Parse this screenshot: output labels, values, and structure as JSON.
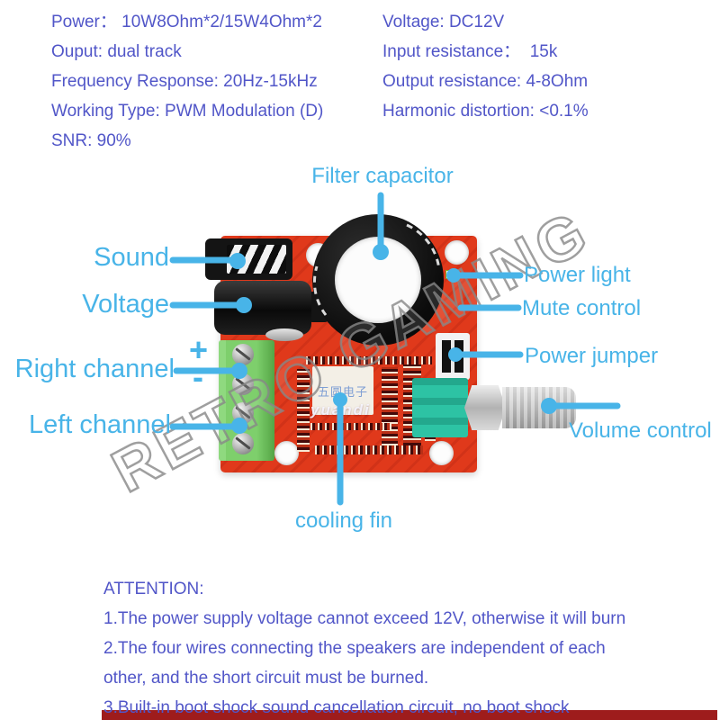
{
  "specs": {
    "left": [
      "Power： 10W8Ohm*2/15W4Ohm*2",
      "Ouput: dual track",
      "Frequency Response: 20Hz-15kHz",
      "Working Type: PWM Modulation (D)",
      "SNR: 90%"
    ],
    "right": [
      "Voltage: DC12V",
      "Input resistance：  15k",
      "Output resistance: 4-8Ohm",
      "Harmonic distortion: <0.1%"
    ]
  },
  "labels": {
    "filter_capacitor": "Filter capacitor",
    "sound": "Sound",
    "voltage": "Voltage",
    "right_channel": "Right channel",
    "left_channel": "Left channel",
    "power_light": "Power light",
    "mute_control": "Mute control",
    "power_jumper": "Power jumper",
    "volume_control": "Volume control",
    "cooling_fin": "cooling fin",
    "plus": "+",
    "minus": "-"
  },
  "board": {
    "chip_text": "五圆电子",
    "brand_text": "yuandi"
  },
  "watermark": "RETRO GAMING",
  "attention": {
    "title": "ATTENTION:",
    "lines": [
      "1.The power supply voltage cannot exceed 12V, otherwise it will burn",
      "2.The four wires connecting the speakers are independent of each",
      "other, and the short circuit must be burned.",
      "3.Built-in boot shock sound cancellation circuit, no boot shock"
    ]
  },
  "colors": {
    "label_cyan": "#48b4e8",
    "spec_blue": "#5156c8",
    "board_red": "#e0391b",
    "terminal_green": "#7ecf6c",
    "pot_teal": "#2dc3a4",
    "bottom_bar_red": "#9e1c1c"
  }
}
